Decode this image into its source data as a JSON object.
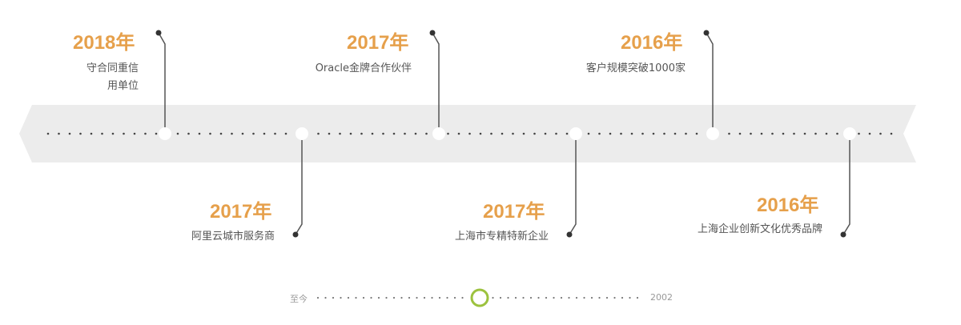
{
  "timeline": {
    "events": [
      {
        "year": "2018年",
        "desc_lines": [
          "守合同重信",
          "用单位"
        ]
      },
      {
        "year": "2017年",
        "desc_lines": [
          "阿里云城市服务商"
        ]
      },
      {
        "year": "2017年",
        "desc_lines": [
          "Oracle金牌合作伙伴"
        ]
      },
      {
        "year": "2017年",
        "desc_lines": [
          "上海市专精特新企业"
        ]
      },
      {
        "year": "2016年",
        "desc_lines": [
          "客户规模突破1000家"
        ]
      },
      {
        "year": "2016年",
        "desc_lines": [
          "上海企业创新文化优秀品牌"
        ]
      }
    ]
  },
  "range": {
    "start_label": "至今",
    "end_label": "2002",
    "progress": 0.45
  },
  "colors": {
    "accent": "#e6a04b",
    "band": "#ececec",
    "knob": "#9cc23e",
    "line": "#555555"
  }
}
